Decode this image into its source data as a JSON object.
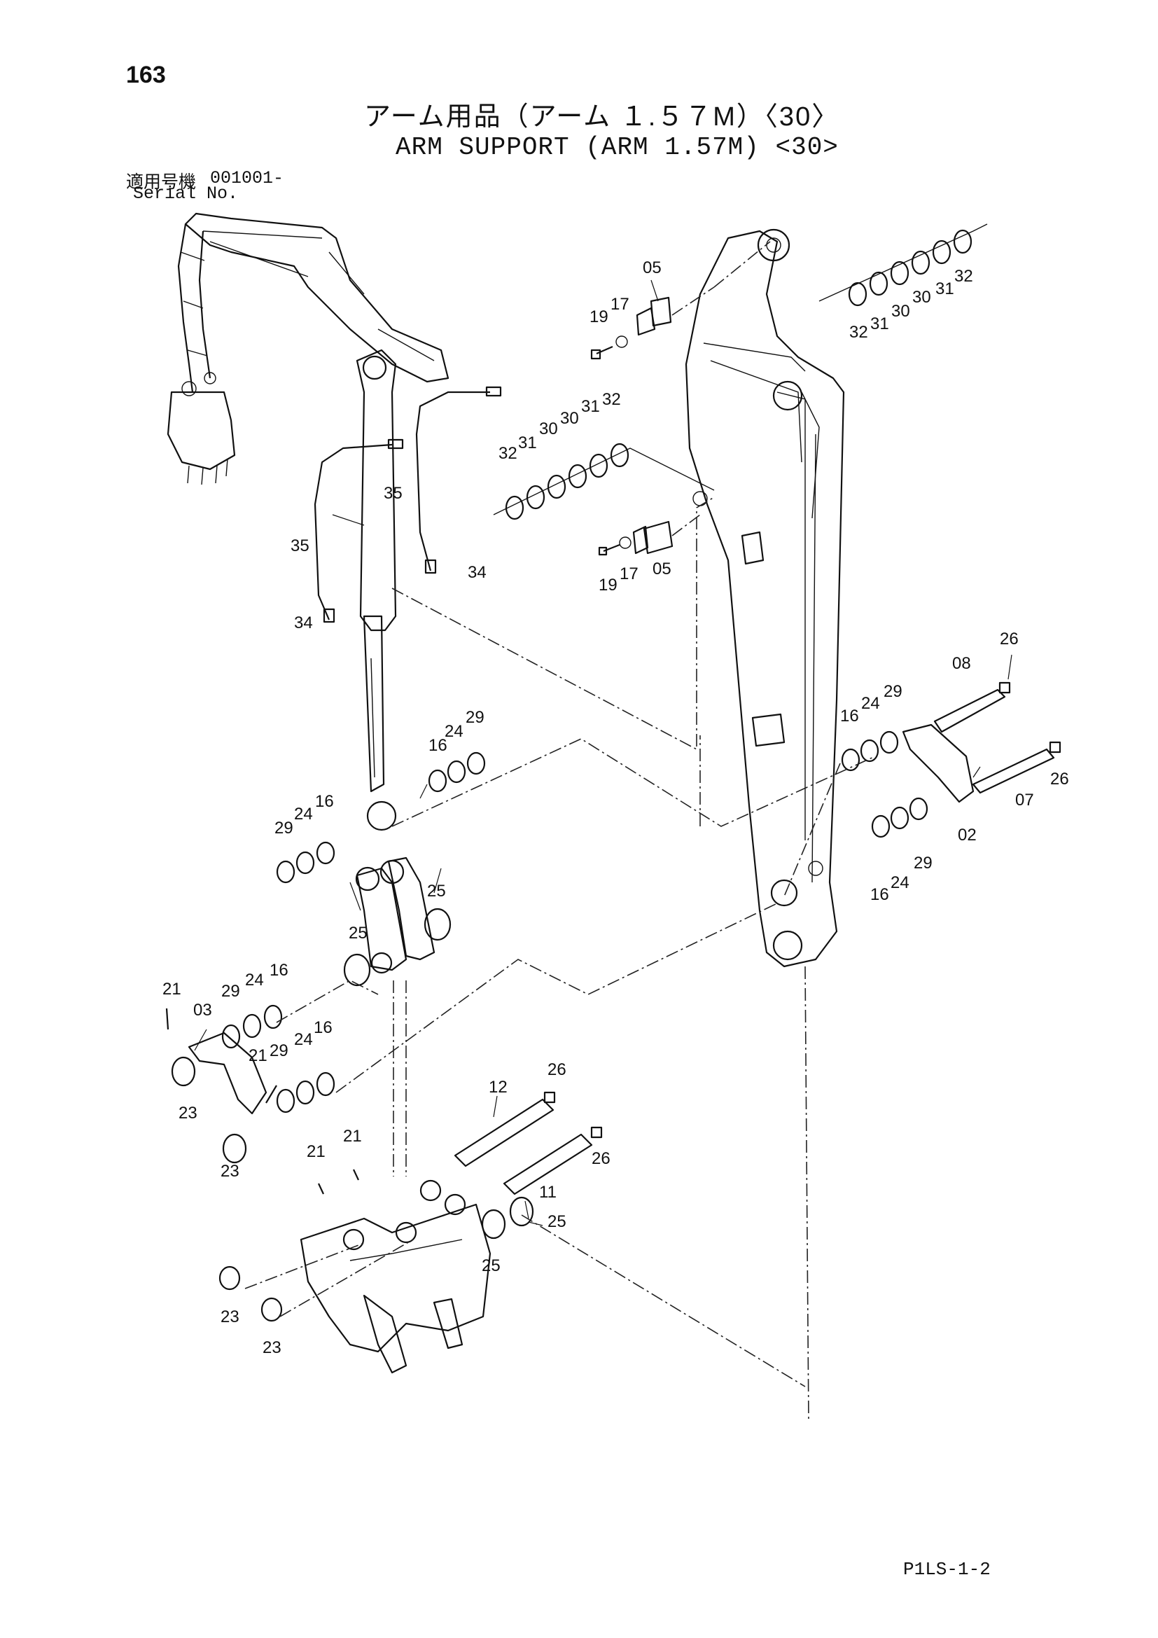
{
  "page": {
    "number": "163",
    "title_jp": "アーム用品（アーム １.５７M）〈30〉",
    "title_en": "ARM SUPPORT (ARM 1.57M) <30>",
    "serial_label_jp": "適用号機",
    "serial_value": "001001-",
    "serial_label_en": "Serial No.",
    "doc_code": "P1LS-1-2"
  },
  "callouts": [
    "05",
    "19",
    "17",
    "32",
    "31",
    "30",
    "30",
    "31",
    "32",
    "32",
    "31",
    "30",
    "30",
    "31",
    "32",
    "19",
    "17",
    "05",
    "35",
    "35",
    "34",
    "34",
    "16",
    "24",
    "29",
    "29",
    "24",
    "16",
    "26",
    "08",
    "16",
    "24",
    "29",
    "26",
    "07",
    "02",
    "16",
    "24",
    "29",
    "25",
    "25",
    "21",
    "29",
    "24",
    "16",
    "03",
    "23",
    "21",
    "29",
    "24",
    "16",
    "23",
    "12",
    "26",
    "26",
    "11",
    "21",
    "21",
    "25",
    "25",
    "23",
    "23"
  ]
}
